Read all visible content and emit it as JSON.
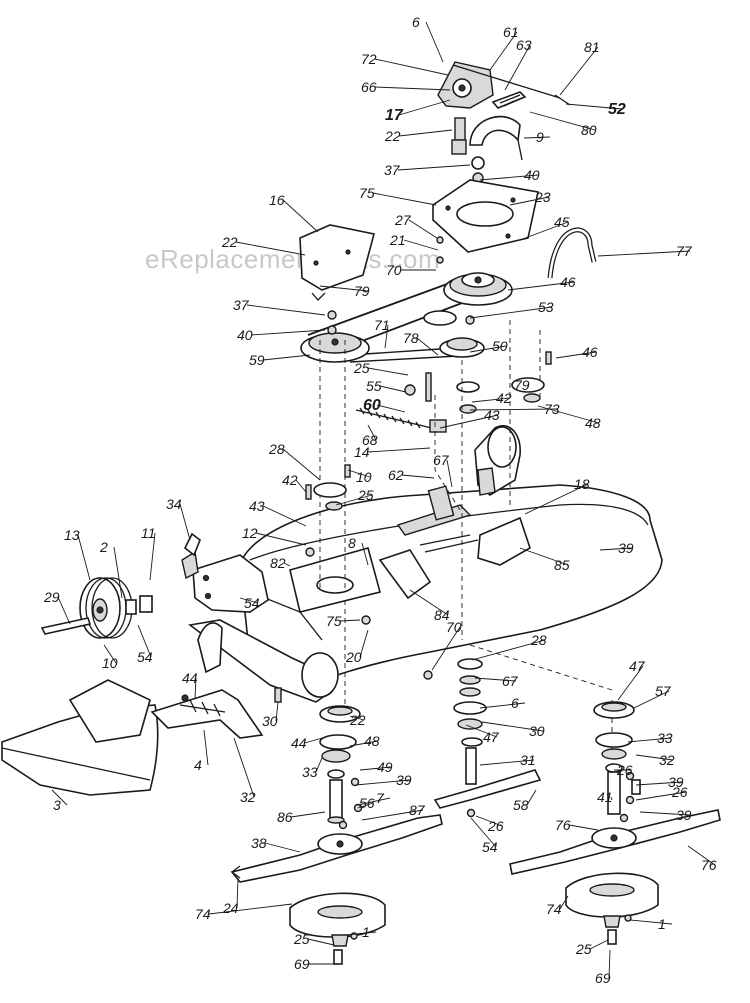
{
  "watermark": "eReplacementParts.com",
  "callouts": [
    "6",
    "61",
    "63",
    "81",
    "72",
    "66",
    "17",
    "52",
    "80",
    "22",
    "9",
    "37",
    "40",
    "75",
    "23",
    "16",
    "27",
    "21",
    "45",
    "77",
    "22",
    "79",
    "70",
    "46",
    "37",
    "53",
    "40",
    "71",
    "78",
    "50",
    "59",
    "46",
    "25",
    "79",
    "55",
    "42",
    "73",
    "48",
    "60",
    "43",
    "68",
    "14",
    "62",
    "67",
    "28",
    "10",
    "42",
    "25",
    "18",
    "43",
    "34",
    "12",
    "8",
    "39",
    "85",
    "13",
    "11",
    "82",
    "2",
    "29",
    "54",
    "84",
    "75",
    "10",
    "54",
    "20",
    "70",
    "28",
    "67",
    "47",
    "57",
    "44",
    "30",
    "6",
    "22",
    "47",
    "33",
    "30",
    "44",
    "48",
    "49",
    "32",
    "33",
    "39",
    "26",
    "31",
    "56",
    "32",
    "3",
    "4",
    "7",
    "86",
    "87",
    "39",
    "58",
    "39",
    "41",
    "26",
    "38",
    "26",
    "76",
    "54",
    "24",
    "76",
    "74",
    "74",
    "1",
    "1",
    "25",
    "25",
    "69",
    "69",
    "24",
    "24"
  ]
}
